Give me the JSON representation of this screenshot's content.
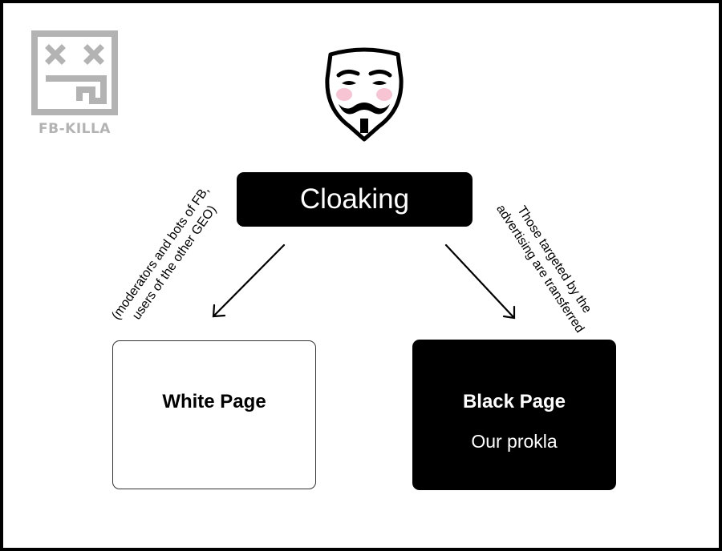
{
  "logo": {
    "text": "FB-KILLA",
    "icon": "dead-face-logo-icon",
    "color": "#b3b3b3"
  },
  "mask": {
    "icon": "guy-fawkes-mask-icon",
    "cheek_color": "#f7c4d4"
  },
  "center": {
    "label": "Cloaking"
  },
  "notes": {
    "left_line1": "(moderators and bots of FB,",
    "left_line2": "users of the other GEO)",
    "right_line1": "Those targeted by the",
    "right_line2": "advertising are transferred"
  },
  "white_page": {
    "title": "White Page"
  },
  "black_page": {
    "title": "Black Page",
    "subtitle": "Our prokla"
  },
  "colors": {
    "dark": "#000000",
    "light": "#ffffff"
  }
}
